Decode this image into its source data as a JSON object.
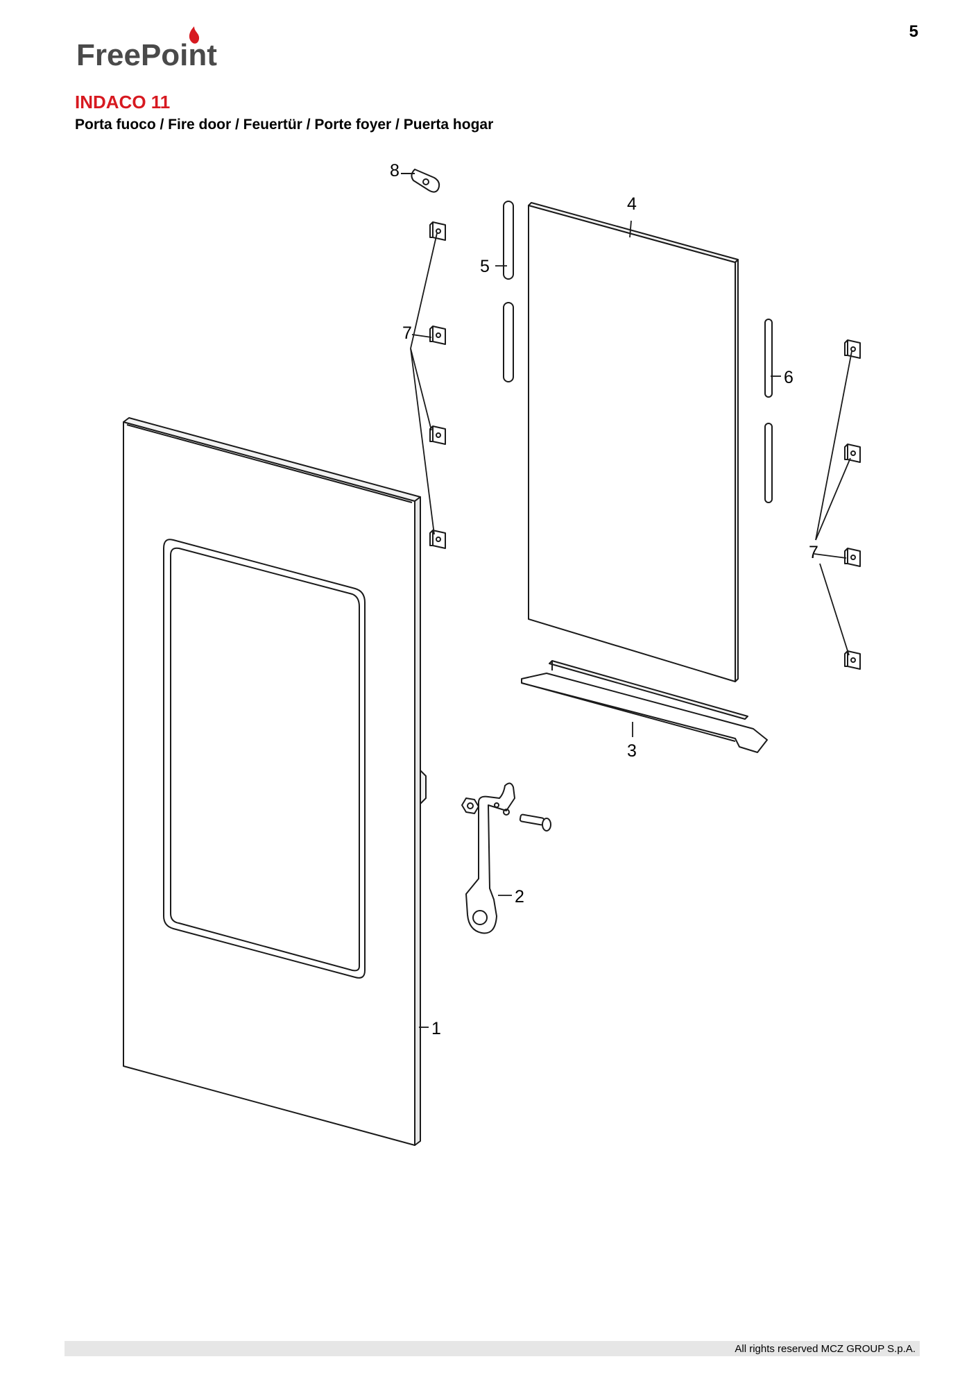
{
  "page_number": "5",
  "logo": {
    "brand": "FreePoint",
    "brand_color": "#d71920",
    "icon": "flame-icon"
  },
  "title": "INDACO 11",
  "subtitle": "Porta fuoco / Fire door / Feuertür / Porte foyer / Puerta hogar",
  "diagram": {
    "callouts": [
      {
        "name": "callout-1",
        "label": "1"
      },
      {
        "name": "callout-2",
        "label": "2"
      },
      {
        "name": "callout-3",
        "label": "3"
      },
      {
        "name": "callout-4",
        "label": "4"
      },
      {
        "name": "callout-5",
        "label": "5"
      },
      {
        "name": "callout-6",
        "label": "6"
      },
      {
        "name": "callout-7-left",
        "label": "7"
      },
      {
        "name": "callout-7-right",
        "label": "7"
      },
      {
        "name": "callout-8",
        "label": "8"
      }
    ]
  },
  "footer": {
    "text": "All rights reserved MCZ GROUP S.p.A."
  }
}
